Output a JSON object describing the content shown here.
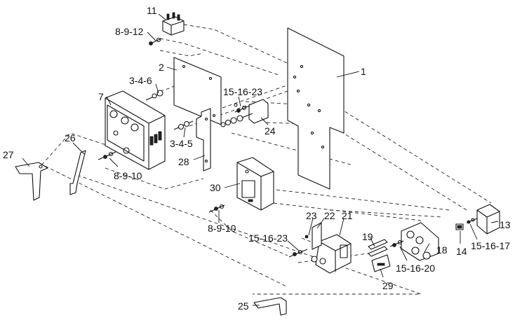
{
  "labels": {
    "p1": "1",
    "p2": "2",
    "p3_4_5": "3-4-5",
    "p3_4_6": "3-4-6",
    "p7": "7",
    "p8_9_10_a": "8-9-10",
    "p8_9_10_b": "8-9-10",
    "p8_9_12": "8-9-12",
    "p11": "11",
    "p13": "13",
    "p14": "14",
    "p15_16_17": "15-16-17",
    "p15_16_20": "15-16-20",
    "p15_16_23_a": "15-16-23",
    "p15_16_23_b": "15-16-23",
    "p18": "18",
    "p19": "19",
    "p21": "21",
    "p22": "22",
    "p23": "23",
    "p24": "24",
    "p25": "25",
    "p26": "26",
    "p27": "27",
    "p28": "28",
    "p29": "29",
    "p30": "30"
  }
}
